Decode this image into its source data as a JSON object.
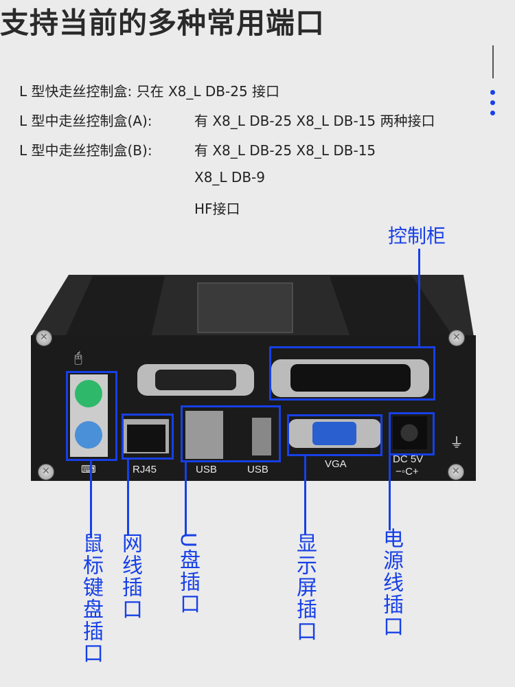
{
  "title": "支持当前的多种常用端口",
  "lines": [
    {
      "label": "L 型快走丝控制盒:",
      "value": "只在 X8_L DB-25 接口"
    },
    {
      "label": "L 型中走丝控制盒(A):",
      "value": "有 X8_L DB-25 X8_L DB-15 两种接口"
    },
    {
      "label": "L 型中走丝控制盒(B):",
      "value": "有 X8_L DB-25 X8_L DB-15"
    },
    {
      "value": "X8_L DB-9"
    },
    {
      "value": "HF接口"
    }
  ],
  "callouts": {
    "cabinet": "控制柜",
    "ps2": "鼠标键盘插口",
    "lan": "网线插口",
    "usb": "U盘插口",
    "display": "显示屏插口",
    "power": "电源线插口"
  },
  "port_labels": {
    "rj45": "RJ45",
    "usb1": "USB",
    "usb2": "USB",
    "vga": "VGA",
    "dc": "DC 5V",
    "polarity": "−◦C+"
  },
  "colors": {
    "accent": "#1740e6",
    "background": "#ebebeb"
  }
}
